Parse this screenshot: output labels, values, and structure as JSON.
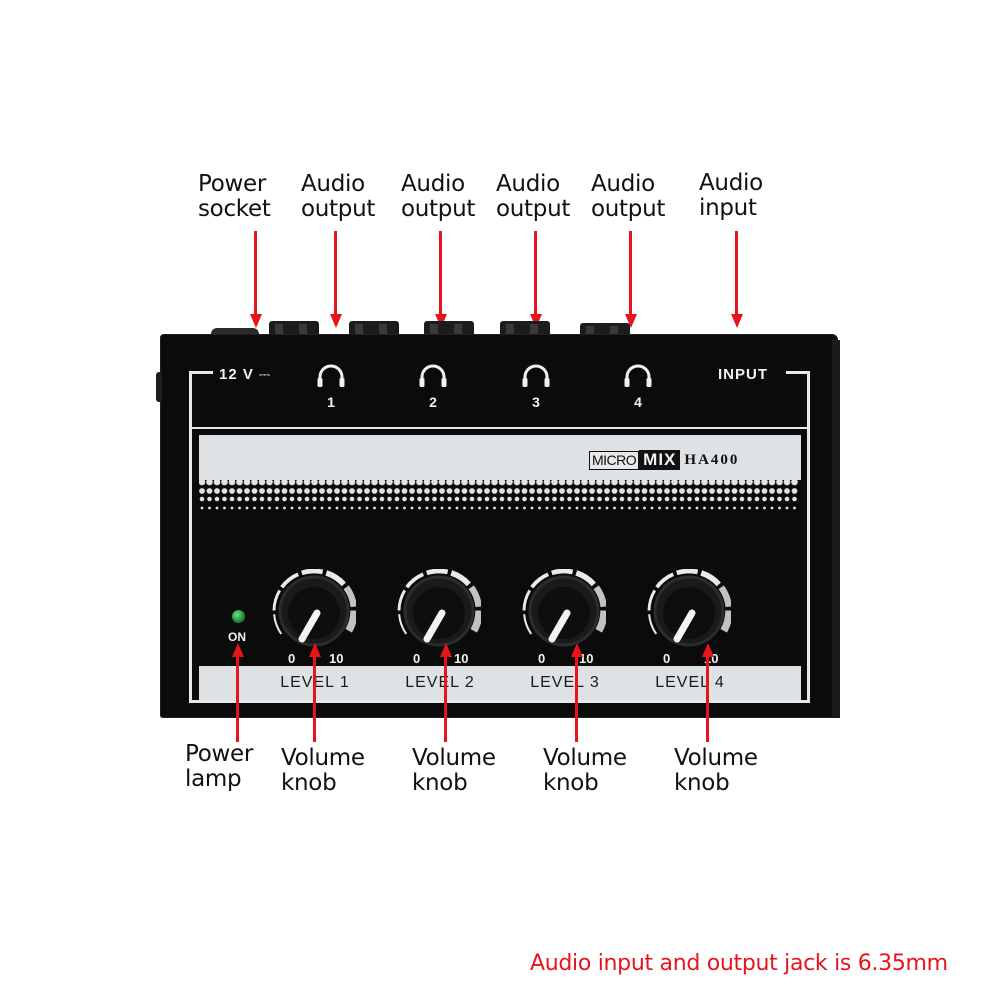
{
  "top_callouts": [
    {
      "line1": "Power",
      "line2": "socket"
    },
    {
      "line1": "Audio",
      "line2": "output"
    },
    {
      "line1": "Audio",
      "line2": "output"
    },
    {
      "line1": "Audio",
      "line2": "output"
    },
    {
      "line1": "Audio",
      "line2": "output"
    },
    {
      "line1": "Audio",
      "line2": "input"
    }
  ],
  "bottom_callouts": [
    {
      "line1": "Power",
      "line2": "lamp"
    },
    {
      "line1": "Volume",
      "line2": "knob"
    },
    {
      "line1": "Volume",
      "line2": "knob"
    },
    {
      "line1": "Volume",
      "line2": "knob"
    },
    {
      "line1": "Volume",
      "line2": "knob"
    }
  ],
  "device": {
    "power_label": "12 V",
    "dc_symbol": "⎓",
    "input_label": "INPUT",
    "headphone_channels": [
      "1",
      "2",
      "3",
      "4"
    ],
    "brand": {
      "micro": "MICRO",
      "mix": "MIX",
      "model": "HA400"
    },
    "power_led": {
      "label": "ON",
      "color": "#1c8a3a",
      "state": "on"
    },
    "knobs": [
      {
        "label": "LEVEL 1",
        "min": "0",
        "max": "10"
      },
      {
        "label": "LEVEL 2",
        "min": "0",
        "max": "10"
      },
      {
        "label": "LEVEL 3",
        "min": "0",
        "max": "10"
      },
      {
        "label": "LEVEL 4",
        "min": "0",
        "max": "10"
      }
    ]
  },
  "footnote": "Audio input and output jack is 6.35mm",
  "colors": {
    "annotation_red": "#e8141c",
    "device_body": "#0b0b0b",
    "panel_gray": "#dfe2e5"
  }
}
